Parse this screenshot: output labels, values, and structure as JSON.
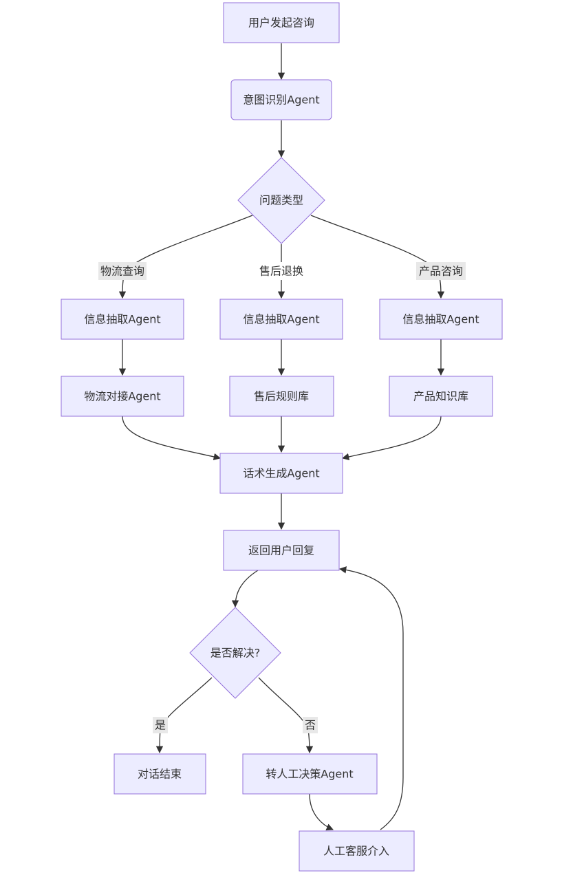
{
  "nodes": {
    "start": "用户发起咨询",
    "intent": "意图识别Agent",
    "question_type": "问题类型",
    "extract_logistics": "信息抽取Agent",
    "extract_aftersale": "信息抽取Agent",
    "extract_product": "信息抽取Agent",
    "logistics_agent": "物流对接Agent",
    "aftersale_rules": "售后规则库",
    "product_kb": "产品知识库",
    "script_gen": "话术生成Agent",
    "reply": "返回用户回复",
    "resolved": "是否解决?",
    "end": "对话结束",
    "handoff": "转人工决策Agent",
    "human": "人工客服介入"
  },
  "edge_labels": {
    "logistics": "物流查询",
    "aftersale": "售后退换",
    "product": "产品咨询",
    "yes": "是",
    "no": "否"
  }
}
